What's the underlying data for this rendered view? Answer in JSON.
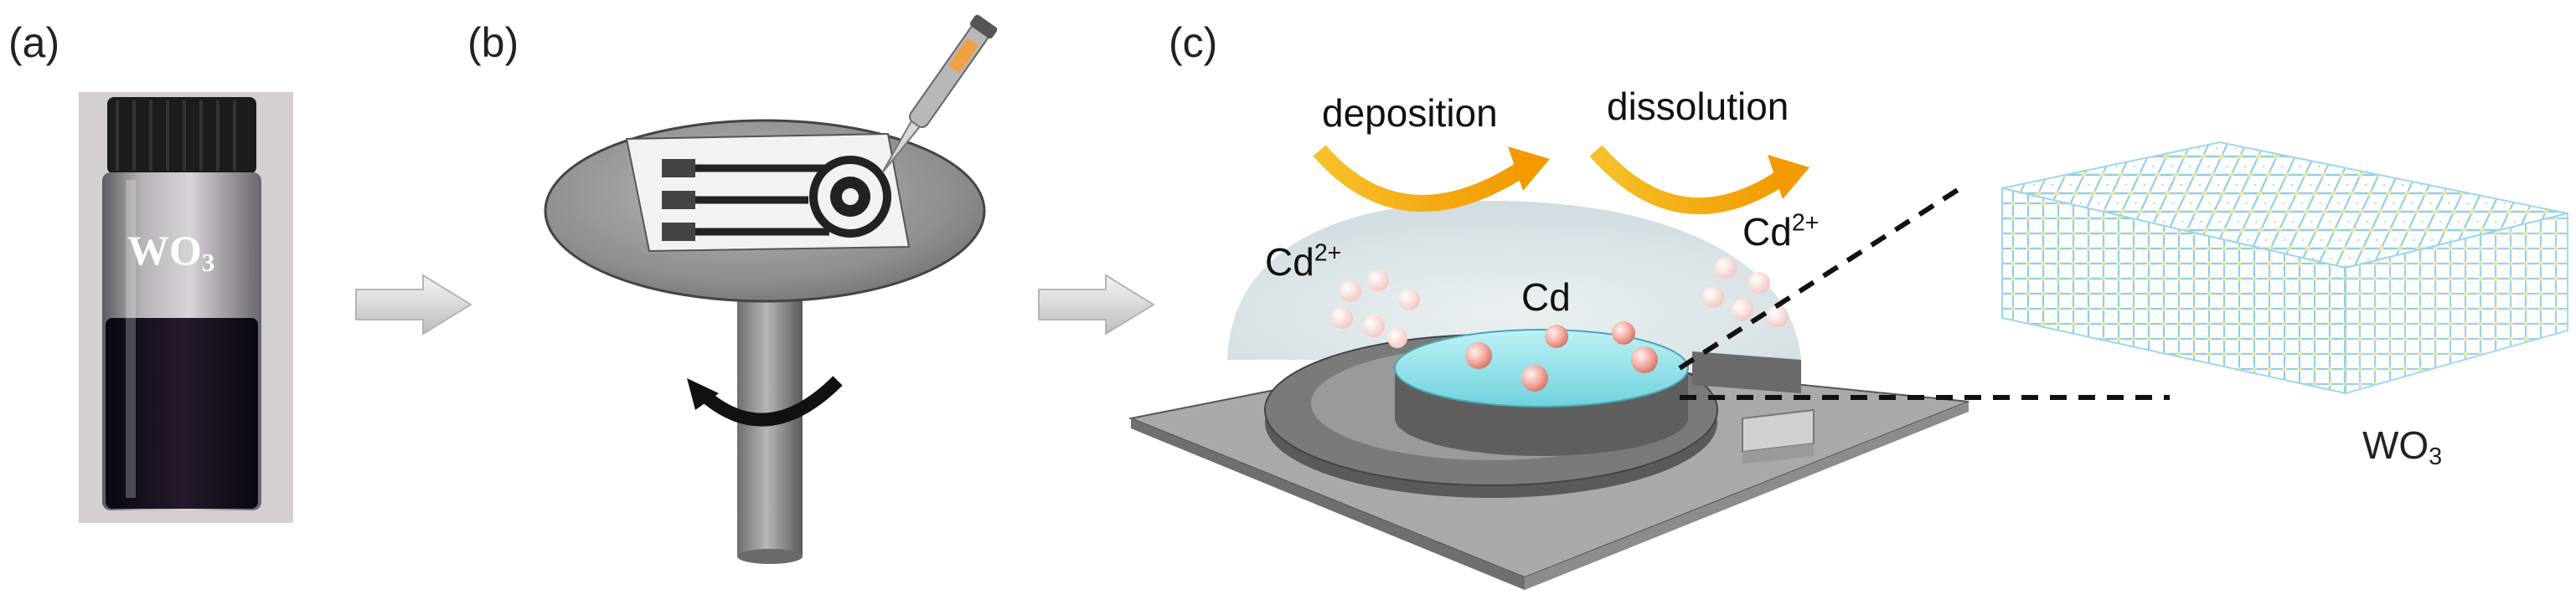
{
  "panels": {
    "a": {
      "label": "(a)",
      "vial_text": {
        "main": "WO",
        "sub": "3"
      }
    },
    "b": {
      "label": "(b)"
    },
    "c": {
      "label": "(c)",
      "deposition": "deposition",
      "dissolution": "dissolution",
      "ion_left": {
        "main": "Cd",
        "sup": "2+"
      },
      "ion_right": {
        "main": "Cd",
        "sup": "2+"
      },
      "metal": "Cd",
      "material": {
        "main": "WO",
        "sub": "3"
      }
    }
  },
  "colors": {
    "vial_liquid": "#17101c",
    "arrow_fill": "#e6e6e6",
    "curved_arrow": "#f4b400",
    "electrode_top": "#8fe0e8",
    "particle": "#f2a39a",
    "lattice_blue": "#8ecfe6",
    "lattice_yellow": "#ece7a0"
  }
}
